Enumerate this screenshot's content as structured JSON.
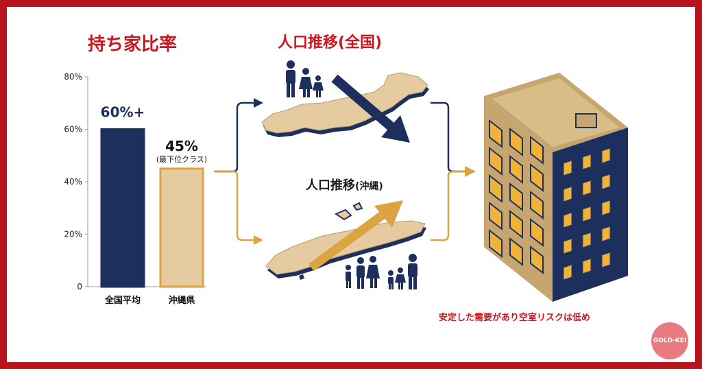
{
  "headline_left": "持ち家比率",
  "headline_mid": "人口推移(全国)",
  "okinawa_heading": {
    "main": "人口推移",
    "paren": "(沖縄)"
  },
  "caption": "安定した需要があり空室リスクは低め",
  "badge": "GOLD-KEI",
  "colors": {
    "frame_red": "#b8141e",
    "navy": "#1d2f5c",
    "gold": "#d9a441",
    "tan": "#e6caa0",
    "title_red": "#c8171e"
  },
  "chart_data": {
    "type": "bar",
    "categories": [
      "全国平均",
      "沖縄県"
    ],
    "values": [
      60,
      45
    ],
    "ylim": [
      0,
      80
    ],
    "yticks": [
      "0",
      "20%",
      "40%",
      "60%",
      "80%"
    ],
    "data_labels": [
      "60%+",
      "45%"
    ],
    "sub_label": "(最下位クラス)"
  }
}
